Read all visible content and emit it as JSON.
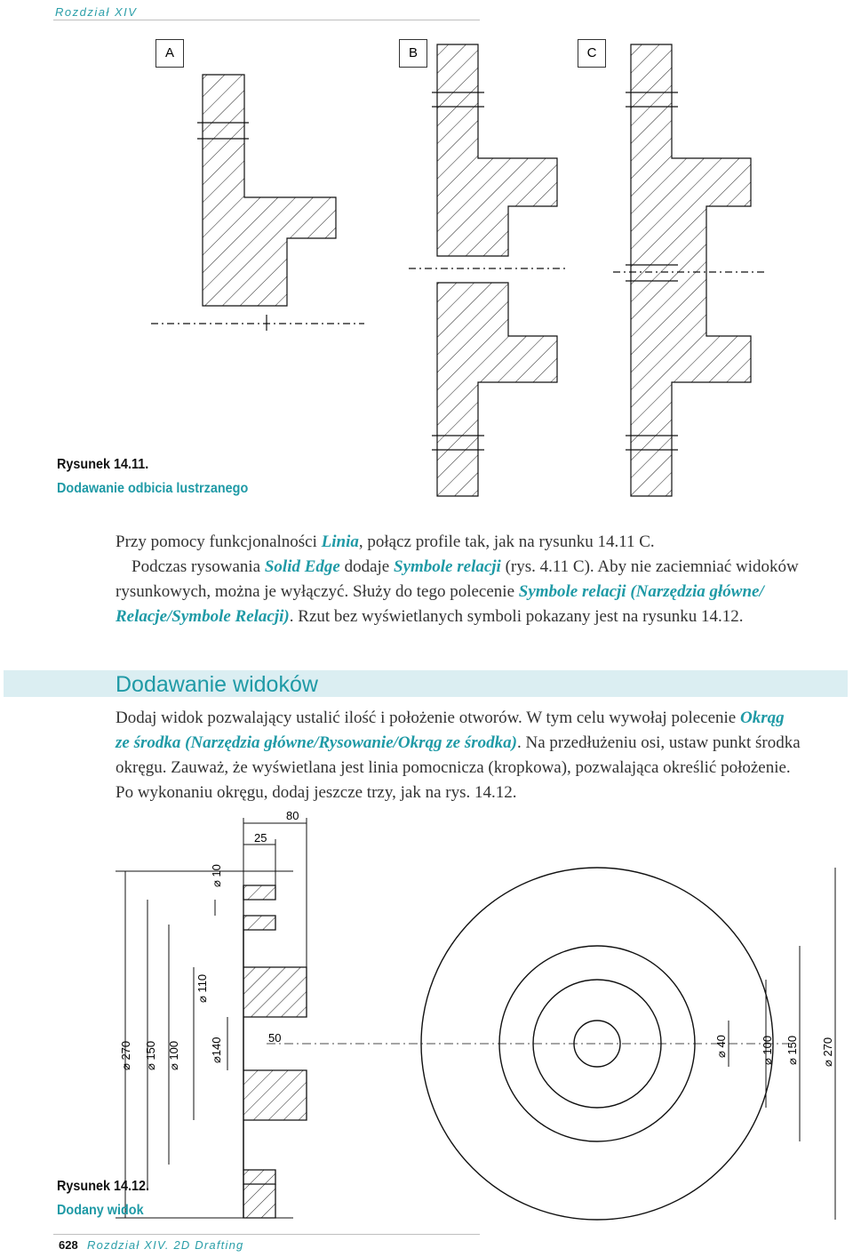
{
  "header": {
    "chapter": "Rozdział XIV"
  },
  "figure_1": {
    "number": "Rysunek 14.11.",
    "title": "Dodawanie odbicia lustrzanego",
    "panels": [
      "A",
      "B",
      "C"
    ]
  },
  "paragraph_1": {
    "line1_a": "Przy pomocy funkcjonalności ",
    "line1_link": "Linia",
    "line1_b": ", połącz profile tak, jak na rysunku 14.11 C.",
    "line2_a": "Podczas rysowania ",
    "line2_link1": "Solid Edge",
    "line2_b": " dodaje ",
    "line2_link2": "Symbole relacji",
    "line2_c": " (rys. 4.11 C). Aby nie zaciemniać widoków",
    "line3_a": "rysunkowych, można je wyłączyć. Służy do tego polecenie ",
    "line3_link": "Symbole relacji (Narzędzia główne/",
    "line4_link": "Relacje/Symbole Relacji)",
    "line4_b": ". Rzut bez wyświetlanych symboli pokazany jest na rysunku 14.12."
  },
  "section": {
    "title": "Dodawanie widoków",
    "line1_a": "Dodaj widok pozwalający ustalić ilość i położenie otworów. W tym celu wywołaj polecenie ",
    "line1_link": "Okrąg",
    "line2_link": "ze środka (Narzędzia główne/Rysowanie/Okrąg ze środka)",
    "line2_b": ". Na przedłużeniu osi, ustaw punkt środka",
    "line3": "okręgu. Zauważ, że wyświetlana jest linia pomocnicza (kropkowa), pozwalająca określić położenie.",
    "line4": "Po wykonaniu okręgu, dodaj jeszcze trzy, jak na rys. 14.12."
  },
  "figure_2": {
    "number": "Rysunek 14.12.",
    "title": "Dodany widok",
    "dims_top": [
      "80",
      "25"
    ],
    "dims_left": [
      "⌀ 10",
      "⌀ 110",
      "⌀ 270",
      "⌀ 150",
      "⌀ 100",
      "⌀140",
      "50"
    ],
    "dims_right": [
      "⌀ 40",
      "⌀ 100",
      "⌀ 150",
      "⌀ 270"
    ]
  },
  "footer": {
    "page": "628",
    "label": "Rozdział XIV. 2D Drafting"
  }
}
